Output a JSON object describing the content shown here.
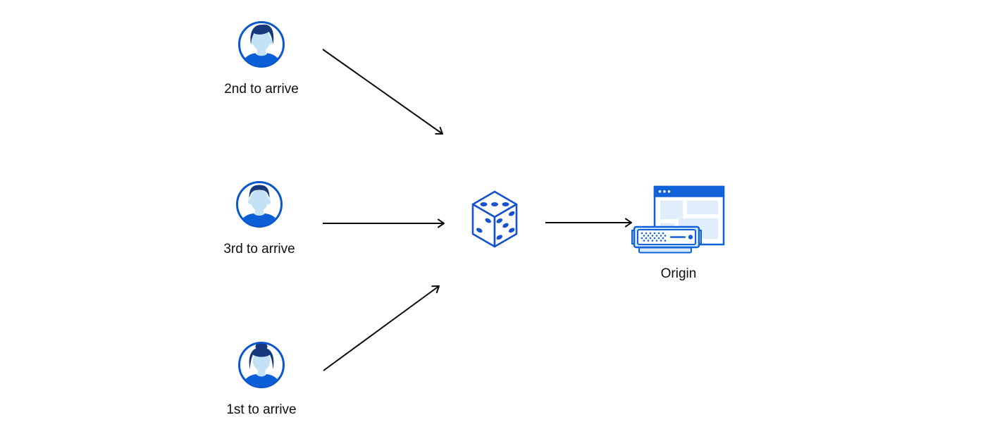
{
  "clients": [
    {
      "label": "2nd to arrive",
      "avatar_icon": "avatar-man-swept-hair-icon"
    },
    {
      "label": "3rd to arrive",
      "avatar_icon": "avatar-man-short-hair-icon"
    },
    {
      "label": "1st to arrive",
      "avatar_icon": "avatar-woman-bun-icon"
    }
  ],
  "randomizer": {
    "icon": "dice-icon",
    "pips": {
      "top_face": 3,
      "left_face": 2,
      "right_face": 5
    }
  },
  "origin": {
    "label": "Origin",
    "icon": "origin-server-browser-icon"
  },
  "edges": [
    {
      "from": "2nd to arrive",
      "to": "dice"
    },
    {
      "from": "3rd to arrive",
      "to": "dice"
    },
    {
      "from": "1st to arrive",
      "to": "dice"
    },
    {
      "from": "dice",
      "to": "Origin"
    }
  ],
  "colors": {
    "background": "#FFFFFF",
    "avatar_ring": "#0957CE",
    "avatar_shirt": "#0B5FD6",
    "avatar_hair": "#16387D",
    "avatar_skin": "#C4E2F5",
    "dice_blue": "#1652CC",
    "window_blue": "#1161D9",
    "panel_fill": "#DFEEFA",
    "server_band": "#D7EBFA",
    "arrow": "#0A0A0A",
    "label_text": "#0E0E0E"
  }
}
